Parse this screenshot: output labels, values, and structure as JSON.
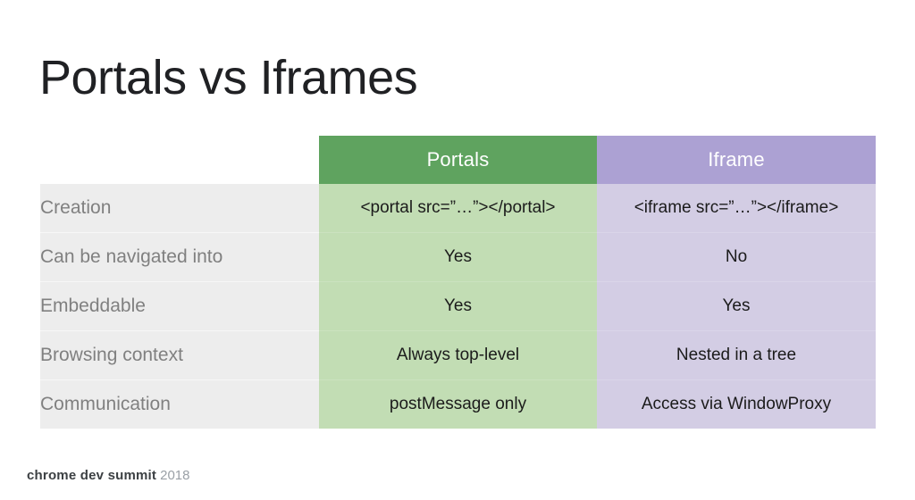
{
  "slide": {
    "title": "Portals vs Iframes"
  },
  "table": {
    "columns": [
      "",
      "Portals",
      "Iframe"
    ],
    "header_colors": {
      "portals": "#5fa35f",
      "iframe": "#aca1d3"
    },
    "body_colors": {
      "label": "#ededed",
      "portals": "#c2ddb4",
      "iframe": "#d3cde4"
    },
    "rows": [
      {
        "label": "Creation",
        "portals": "<portal src=”…”></portal>",
        "iframe": "<iframe src=”…”></iframe>",
        "portals_bold": false
      },
      {
        "label": "Can be navigated into",
        "portals": "Yes",
        "iframe": "No",
        "portals_bold": true
      },
      {
        "label": "Embeddable",
        "portals": "Yes",
        "iframe": "Yes",
        "portals_bold": false
      },
      {
        "label": "Browsing context",
        "portals": "Always top-level",
        "iframe": "Nested in a tree",
        "portals_bold": false
      },
      {
        "label": "Communication",
        "portals": "postMessage only",
        "iframe": "Access via WindowProxy",
        "portals_bold": false
      }
    ]
  },
  "footer": {
    "brand": "chrome dev summit",
    "year": "2018"
  }
}
